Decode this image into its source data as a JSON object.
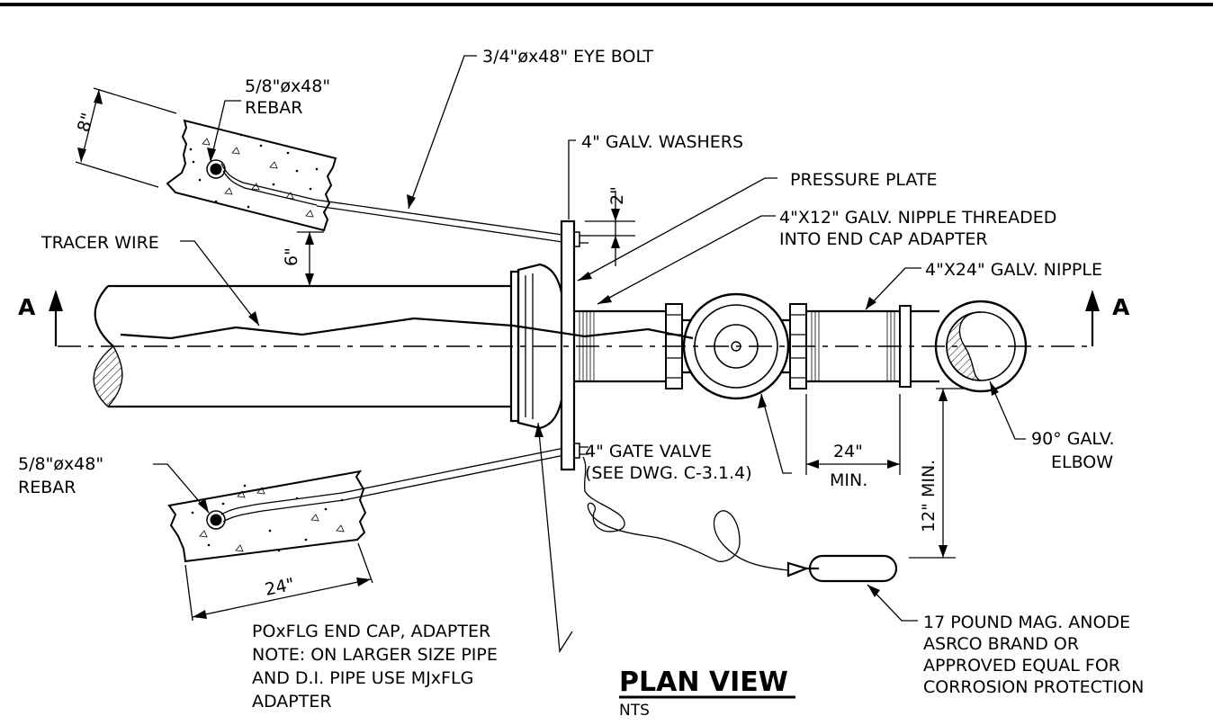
{
  "title": "PLAN VIEW",
  "scale": "NTS",
  "section_mark": "A",
  "labels": {
    "eye_bolt": "3/4\"øx48\" EYE BOLT",
    "rebar_top_1": "5/8\"øx48\"",
    "rebar_top_2": "REBAR",
    "galv_washers": "4\" GALV. WASHERS",
    "pressure_plate": "PRESSURE PLATE",
    "nipple12_1": "4\"X12\" GALV. NIPPLE THREADED",
    "nipple12_2": "INTO END CAP ADAPTER",
    "nipple24": "4\"X24\" GALV. NIPPLE",
    "tracer_wire": "TRACER WIRE",
    "rebar_bot_1": "5/8\"øx48\"",
    "rebar_bot_2": "REBAR",
    "gate_valve_1": "4\" GATE VALVE",
    "gate_valve_2": "(SEE DWG. C-3.1.4)",
    "elbow_1": "90° GALV.",
    "elbow_2": "ELBOW",
    "end_cap_1": "POxFLG END CAP, ADAPTER",
    "end_cap_2": "NOTE: ON LARGER SIZE PIPE",
    "end_cap_3": "AND D.I. PIPE USE MJxFLG",
    "end_cap_4": "ADAPTER",
    "anode_1": "17 POUND MAG. ANODE",
    "anode_2": "ASRCO BRAND OR",
    "anode_3": "APPROVED EQUAL FOR",
    "anode_4": "CORROSION PROTECTION"
  },
  "dimensions": {
    "block_width": "8\"",
    "bolt_offset": "2\"",
    "pipe_clearance": "6\"",
    "block_length": "24\"",
    "nipple_min": "24\"",
    "min_word": "MIN.",
    "vertical_min": "12\" MIN."
  }
}
